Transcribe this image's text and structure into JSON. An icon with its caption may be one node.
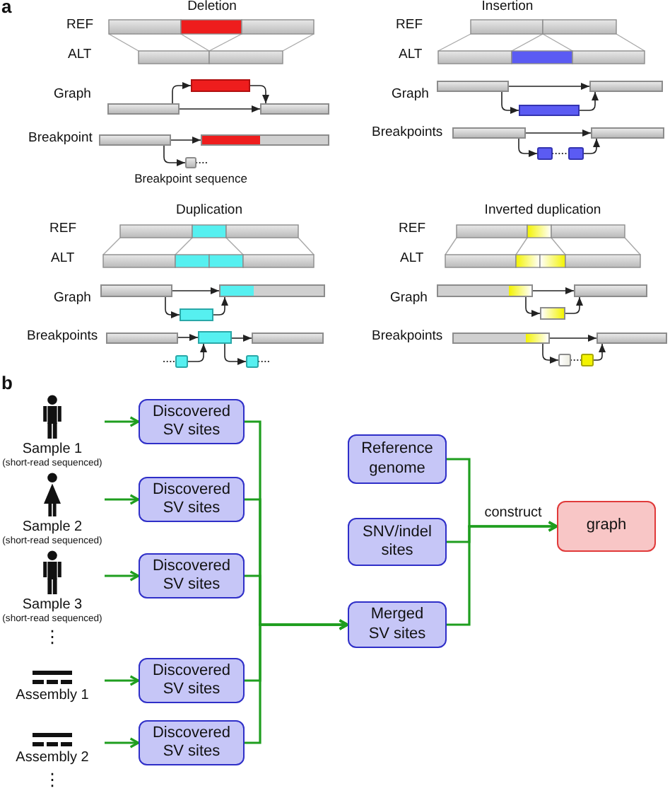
{
  "diagram": {
    "nodes": [
      {
        "text": [],
        "shape": "bar"
      },
      {
        "text": [],
        "shape": "bar"
      },
      {
        "text": [],
        "shape": "bar"
      },
      {
        "text": [],
        "shape": "bar"
      },
      {
        "text": [],
        "shape": "bar"
      },
      {
        "text": [],
        "shape": "box",
        "beside": [
          "Breakpoint sequence"
        ]
      },
      {
        "text": [],
        "shape": "bar"
      },
      {
        "text": [],
        "shape": "bar"
      },
      {
        "text": [],
        "shape": "bar"
      },
      {
        "text": [],
        "shape": "bar"
      },
      {
        "text": [],
        "shape": "bar"
      },
      {
        "text": [],
        "shape": "box"
      },
      {
        "text": [],
        "shape": "box"
      },
      {
        "text": [],
        "shape": "bar"
      },
      {
        "text": [],
        "shape": "bar"
      },
      {
        "text": [],
        "shape": "bar"
      },
      {
        "text": [],
        "shape": "bar"
      },
      {
        "text": [],
        "shape": "bar"
      },
      {
        "text": [],
        "shape": "bar"
      },
      {
        "text": [],
        "shape": "box"
      },
      {
        "text": [],
        "shape": "box"
      },
      {
        "text": [],
        "shape": "bar"
      },
      {
        "text": [],
        "shape": "bar"
      },
      {
        "text": [],
        "shape": "bar"
      },
      {
        "text": [],
        "shape": "bar"
      },
      {
        "text": [],
        "shape": "bar"
      },
      {
        "text": [],
        "shape": "box"
      },
      {
        "text": [],
        "shape": "box"
      },
      {
        "text": [
          "Sample 1",
          "(short-read sequenced)"
        ]
      },
      {
        "text": [
          "Discovered SV sites"
        ]
      },
      {
        "text": [
          "Sample 2",
          "(short-read sequenced)"
        ]
      },
      {
        "text": [
          "Discovered SV sites"
        ]
      },
      {
        "text": [
          "Sample 3",
          "(short-read sequenced)"
        ]
      },
      {
        "text": [
          "Discovered SV sites"
        ]
      },
      {
        "text": [
          "Assembly 1"
        ]
      },
      {
        "text": [
          "Discovered SV sites"
        ]
      },
      {
        "text": [
          "Assembly 2"
        ]
      },
      {
        "text": [
          "Discovered SV sites"
        ]
      },
      {
        "text": [
          "Reference genome"
        ]
      },
      {
        "text": [
          "SNV/indel sites"
        ]
      },
      {
        "text": [
          "Merged SV sites"
        ]
      },
      {
        "text": [
          "graph"
        ]
      }
    ],
    "edges": [
      {
        "from": 0,
        "to": 2,
        "arrow": "to"
      },
      {
        "from": 0,
        "to": 1,
        "arrow": "to"
      },
      {
        "from": 1,
        "to": 2,
        "arrow": "to"
      },
      {
        "from": 3,
        "to": 4,
        "arrow": "to"
      },
      {
        "from": 3,
        "to": 5,
        "arrow": "to"
      },
      {
        "from": 5,
        "to": null,
        "arrow": "none",
        "style": "dashed"
      },
      {
        "from": 6,
        "to": 7,
        "arrow": "to"
      },
      {
        "from": 6,
        "to": 8,
        "arrow": "to"
      },
      {
        "from": 8,
        "to": 7,
        "arrow": "to"
      },
      {
        "from": 9,
        "to": 10,
        "arrow": "to"
      },
      {
        "from": 9,
        "to": 11,
        "arrow": "to"
      },
      {
        "from": 11,
        "to": 12,
        "arrow": "none",
        "style": "dashed"
      },
      {
        "from": 12,
        "to": 10,
        "arrow": "to"
      },
      {
        "from": 13,
        "to": 14,
        "arrow": "to"
      },
      {
        "from": 13,
        "to": 15,
        "arrow": "to"
      },
      {
        "from": 15,
        "to": 14,
        "arrow": "to"
      },
      {
        "from": 16,
        "to": 17,
        "arrow": "to"
      },
      {
        "from": 17,
        "to": 18,
        "arrow": "to"
      },
      {
        "from": null,
        "to": 19,
        "arrow": "none",
        "style": "dashed"
      },
      {
        "from": 19,
        "to": 17,
        "arrow": "to"
      },
      {
        "from": 17,
        "to": 20,
        "arrow": "to"
      },
      {
        "from": 20,
        "to": null,
        "arrow": "none",
        "style": "dashed"
      },
      {
        "from": 21,
        "to": 22,
        "arrow": "to"
      },
      {
        "from": 21,
        "to": 23,
        "arrow": "to"
      },
      {
        "from": 23,
        "to": 22,
        "arrow": "to"
      },
      {
        "from": 24,
        "to": 25,
        "arrow": "to"
      },
      {
        "from": 24,
        "to": 26,
        "arrow": "to"
      },
      {
        "from": 26,
        "to": 27,
        "arrow": "none",
        "style": "dashed"
      },
      {
        "from": 27,
        "to": 25,
        "arrow": "to"
      },
      {
        "from": 28,
        "to": 29,
        "arrow": "to",
        "color": "#1f9e1f"
      },
      {
        "from": 30,
        "to": 31,
        "arrow": "to",
        "color": "#1f9e1f"
      },
      {
        "from": 32,
        "to": 33,
        "arrow": "to",
        "color": "#1f9e1f"
      },
      {
        "from": 34,
        "to": 35,
        "arrow": "to",
        "color": "#1f9e1f"
      },
      {
        "from": 36,
        "to": 37,
        "arrow": "to",
        "color": "#1f9e1f"
      },
      {
        "from": 29,
        "to": 40,
        "arrow": "to",
        "color": "#1f9e1f"
      },
      {
        "from": 31,
        "to": 40,
        "arrow": "to",
        "color": "#1f9e1f"
      },
      {
        "from": 33,
        "to": 40,
        "arrow": "to",
        "color": "#1f9e1f"
      },
      {
        "from": 35,
        "to": 40,
        "arrow": "to",
        "color": "#1f9e1f"
      },
      {
        "from": 37,
        "to": 40,
        "arrow": "to",
        "color": "#1f9e1f"
      },
      {
        "from": 38,
        "to": 41,
        "arrow": "to",
        "color": "#1f9e1f"
      },
      {
        "from": 39,
        "to": 41,
        "arrow": "to",
        "color": "#1f9e1f",
        "label": "construct"
      },
      {
        "from": 40,
        "to": 41,
        "arrow": "to",
        "color": "#1f9e1f"
      }
    ],
    "labels": [
      "a",
      "Deletion",
      "REF",
      "ALT",
      "Graph",
      "Breakpoint",
      "Insertion",
      "REF",
      "ALT",
      "Graph",
      "Breakpoints",
      "Duplication",
      "REF",
      "ALT",
      "Graph",
      "Breakpoints",
      "Inverted duplication",
      "REF",
      "ALT",
      "Graph",
      "Breakpoints",
      "b",
      "⋮",
      "⋮"
    ]
  }
}
